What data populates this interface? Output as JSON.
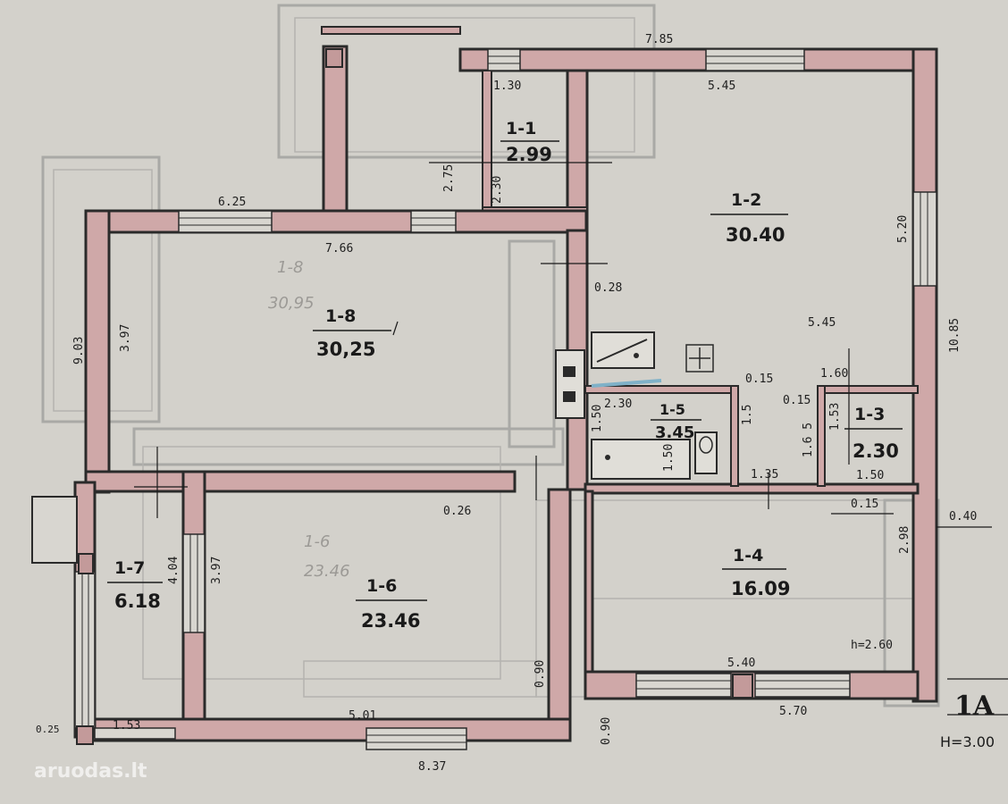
{
  "colors": {
    "paper": "#d3d1cb",
    "wall": "#cfa8a8",
    "ink": "#1a1a1a"
  },
  "rooms": [
    {
      "id": "1-1",
      "area": "2.99"
    },
    {
      "id": "1-2",
      "area": "30.40"
    },
    {
      "id": "1-3",
      "area": "2.30"
    },
    {
      "id": "1-4",
      "area": "16.09"
    },
    {
      "id": "1-5",
      "area": "3.45"
    },
    {
      "id": "1-6",
      "area": "23.46"
    },
    {
      "id": "1-7",
      "area": "6.18"
    },
    {
      "id": "1-8",
      "area": "30,25"
    }
  ],
  "ghost_labels": {
    "r8_id": "1-8",
    "r8_area": "30,95",
    "r6_id": "1-6",
    "r6_area": "23.46"
  },
  "dimensions": {
    "d7_85": "7.85",
    "d1_30": "1.30",
    "d5_45_top": "5.45",
    "d2_75": "2.75",
    "d2_30_v": "2.30",
    "d6_25": "6.25",
    "d7_66": "7.66",
    "d5_20": "5.20",
    "d10_85": "10.85",
    "d0_28": "0.28",
    "d9_03": "9.03",
    "d3_97_left": "3.97",
    "d5_45_mid": "5.45",
    "d0_15_a": "0.15",
    "d1_60": "1.60",
    "d0_15_b": "0.15",
    "d2_30_h": "2.30",
    "d1_50_a": "1.50",
    "d1_5": "1.5",
    "d1_53": "1.53",
    "d1_6_5": "1.6 5",
    "d1_35": "1.35",
    "d1_50_b": "1.50",
    "d1_50_c": "1.50",
    "d0_15_c": "0.15",
    "d0_26": "0.26",
    "d2_98": "2.98",
    "d0_40": "0.40",
    "d4_04": "4.04",
    "d3_97_mid": "3.97",
    "d5_40": "5.40",
    "d5_70": "5.70",
    "d0_90_a": "0.90",
    "d5_01": "5.01",
    "d8_37": "8.37",
    "d0_25": "0.25",
    "d1_53_b": "1.53",
    "d0_90_b": "0.90",
    "h2_60": "h=2.60"
  },
  "floor_label": "1A",
  "height_label": "H=3.00",
  "watermark": "aruodas.lt"
}
